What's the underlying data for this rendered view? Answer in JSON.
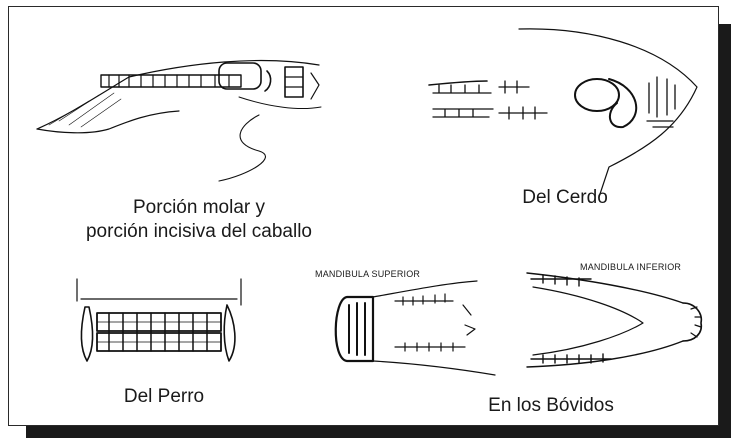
{
  "captions": {
    "horse_line1": "Porción molar y",
    "horse_line2": "porción incisiva del caballo",
    "pig": "Del Cerdo",
    "dog": "Del Perro",
    "bovine": "En los Bóvidos"
  },
  "jaw_labels": {
    "upper": "MANDIBULA SUPERIOR",
    "lower": "MANDIBULA INFERIOR"
  }
}
